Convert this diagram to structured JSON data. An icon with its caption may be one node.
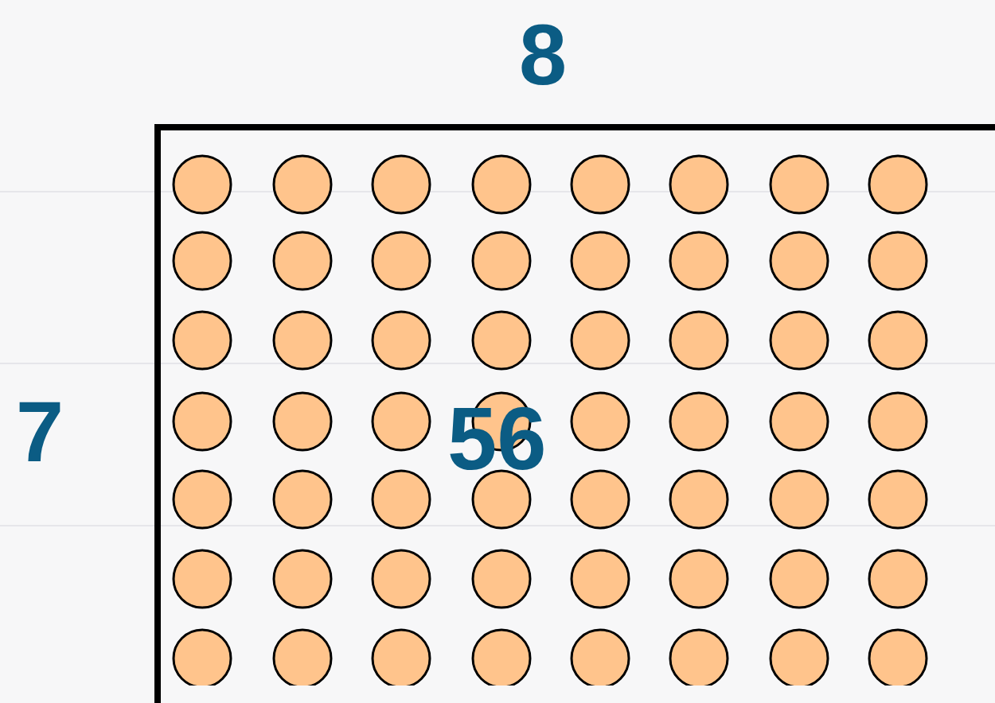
{
  "diagram": {
    "nodes": [
      {
        "text": [
          "56"
        ]
      }
    ],
    "labels": [
      "8",
      "7"
    ]
  }
}
